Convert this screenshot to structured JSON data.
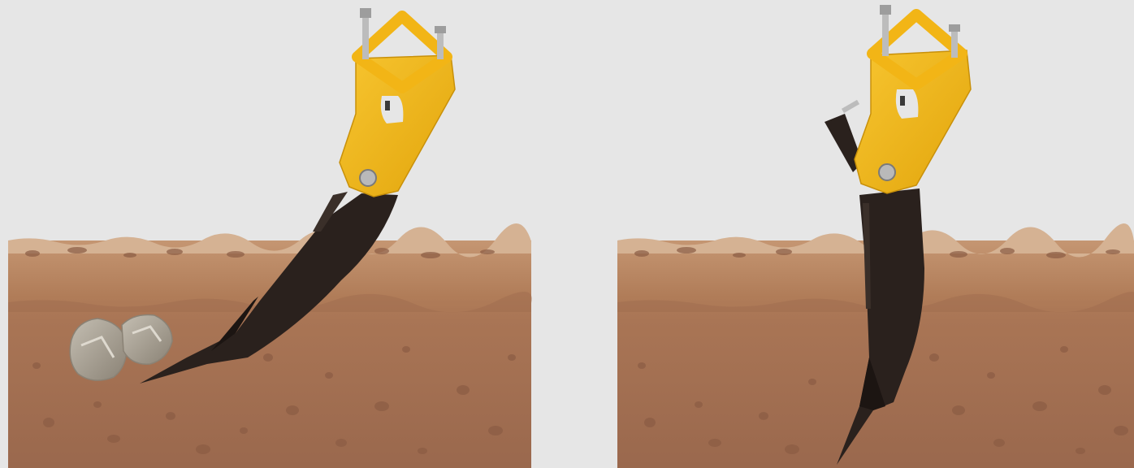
{
  "figure": {
    "panels": [
      {
        "id": "left",
        "state": "tine angled back over stones (trip position)",
        "obstacle": "stones"
      },
      {
        "id": "right",
        "state": "tine vertical, working position",
        "obstacle": "none"
      }
    ],
    "colors": {
      "background": "#e6e6e6",
      "soil_top": "#b07c58",
      "soil_deep": "#9c6a4f",
      "topsoil_crust": "#d8b89a",
      "bracket_yellow": "#f2b516",
      "tine_black": "#2a211d",
      "stone": "#a49c8e",
      "bolt": "#b9b9b9"
    },
    "icons": [
      "subsoiler-tine-icon",
      "mounting-bracket-icon",
      "stone-icon",
      "soil-block"
    ]
  }
}
